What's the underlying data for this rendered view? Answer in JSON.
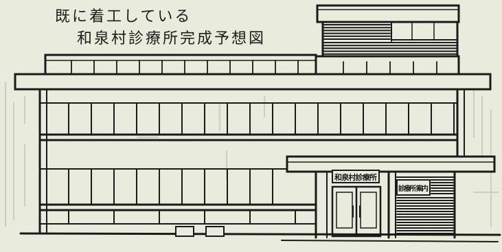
{
  "caption": {
    "line1": "既に着工している",
    "line2": "和泉村診療所完成予想図"
  },
  "signs": {
    "entrance": "和泉村診療所",
    "board": "診療所 案内"
  },
  "colors": {
    "paper": "#e9ebdc",
    "ink": "#1a1a1a",
    "faded_print": "#c9ccbc"
  }
}
